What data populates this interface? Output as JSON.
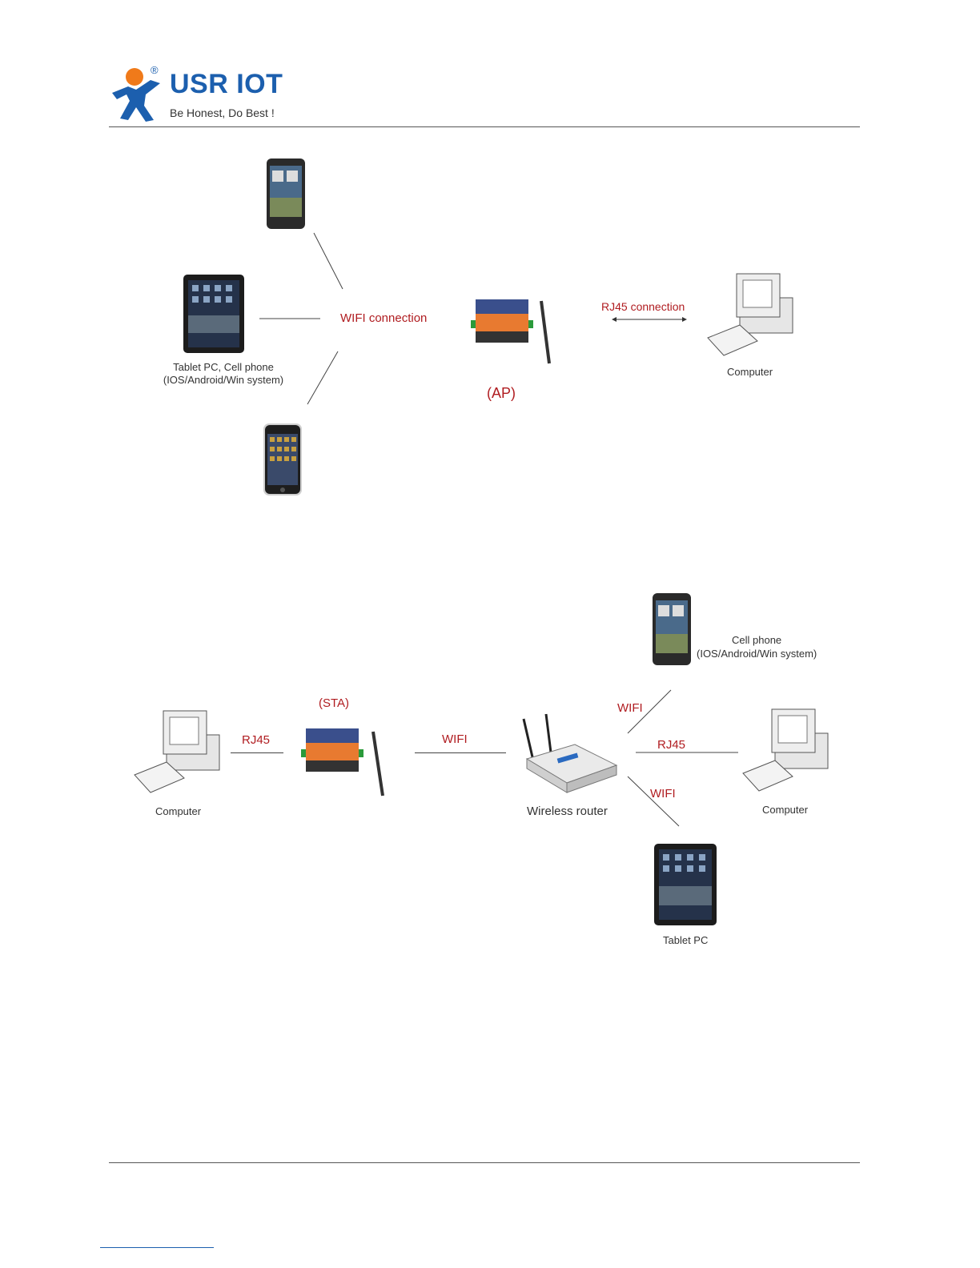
{
  "header": {
    "brand": "USR IOT",
    "registered": "®",
    "tagline": "Be Honest, Do Best !"
  },
  "ap_diagram": {
    "wifi_label": "WIFI connection",
    "rj45_label": "RJ45 connection",
    "mode_label": "(AP)",
    "tablet_caption_line1": "Tablet PC, Cell phone",
    "tablet_caption_line2": "(IOS/Android/Win system)",
    "computer_caption": "Computer"
  },
  "sta_diagram": {
    "mode_label": "(STA)",
    "rj45_left_label": "RJ45",
    "wifi_mid_label": "WIFI",
    "router_caption": "Wireless router",
    "wifi_top_label": "WIFI",
    "rj45_right_label": "RJ45",
    "wifi_bottom_label": "WIFI",
    "computer_left_caption": "Computer",
    "computer_right_caption": "Computer",
    "phone_caption_line1": "Cell phone",
    "phone_caption_line2": "(IOS/Android/Win system)",
    "tablet_caption": "Tablet PC"
  },
  "colors": {
    "brand_blue": "#1c5fae",
    "logo_orange": "#f07a1a",
    "label_red": "#b01c20"
  }
}
